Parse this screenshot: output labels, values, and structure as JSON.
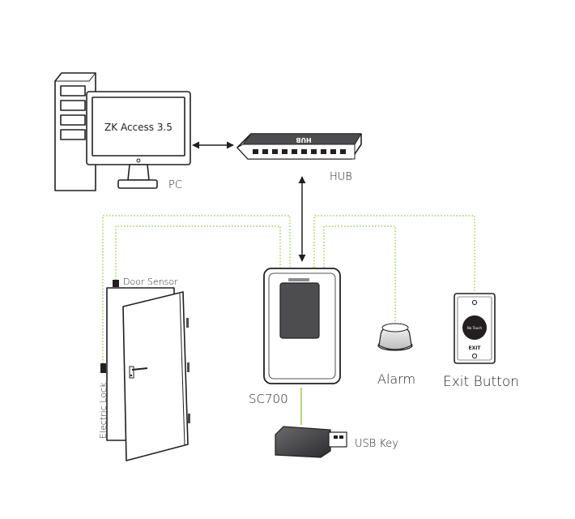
{
  "diagram": {
    "pc_screen_text": "ZK Access 3.5",
    "hub_text": "HUB",
    "exit_face_text": "No Touch",
    "exit_small_text": "EXIT",
    "labels": {
      "pc": "PC",
      "hub": "HUB",
      "door_sensor": "Door Sensor",
      "electric_lock": "Electric Lock",
      "sc700": "SC700",
      "alarm": "Alarm",
      "exit_button": "Exit Button",
      "usb_key": "USB Key"
    },
    "colors": {
      "wire": "#8cc63f",
      "ink": "#231f20",
      "dark_grey": "#4d4d4f",
      "mid_grey": "#8a8a8c",
      "light_grey": "#d9d9db"
    }
  }
}
